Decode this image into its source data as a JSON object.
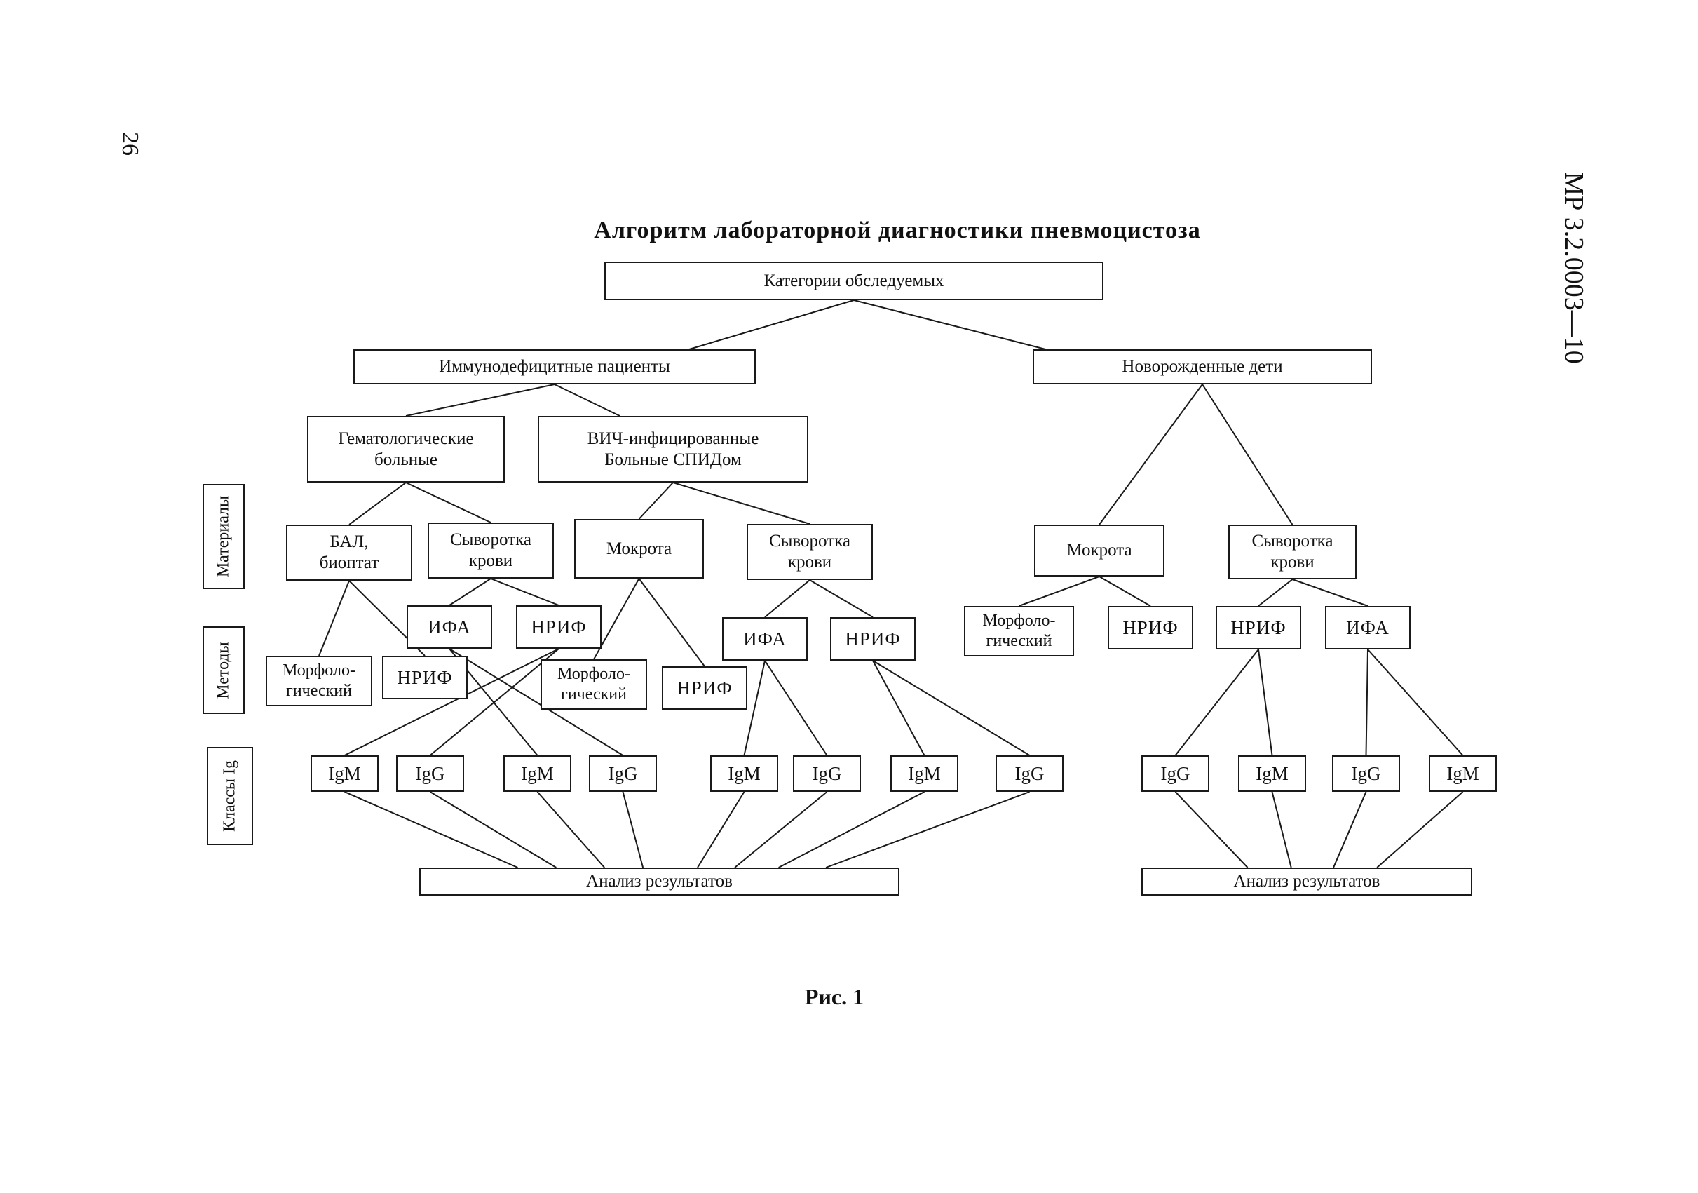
{
  "page_number": "26",
  "doc_code": "МР 3.2.0003—10",
  "title": "Алгоритм лабораторной диагностики пневмоцистоза",
  "caption": "Рис. 1",
  "side_labels": [
    "Материалы",
    "Методы",
    "Классы Ig"
  ],
  "nodes": {
    "root": "Категории обследуемых",
    "immuno": "Иммунодефицитные пациенты",
    "newborn": "Новорожденные дети",
    "hemato": "Гематологические\nбольные",
    "hiv": "ВИЧ-инфицированные\nБольные СПИДом",
    "bal": "БАЛ,\nбиоптат",
    "serum1": "Сыворотка\nкрови",
    "sputum1": "Мокрота",
    "serum2": "Сыворотка\nкрови",
    "sputum2": "Мокрота",
    "serum3": "Сыворотка\nкрови",
    "morph1": "Морфоло-\nгический",
    "nrif1": "НРИФ",
    "ifa1": "ИФА",
    "nrif2": "НРИФ",
    "morph2": "Морфоло-\nгический",
    "nrif3": "НРИФ",
    "ifa2": "ИФА",
    "nrif4": "НРИФ",
    "morph3": "Морфоло-\nгический",
    "nrif5": "НРИФ",
    "nrif6": "НРИФ",
    "ifa3": "ИФА",
    "igm1": "IgM",
    "igg1": "IgG",
    "igm2": "IgM",
    "igg2": "IgG",
    "igm3": "IgM",
    "igg3": "IgG",
    "igm4": "IgM",
    "igg4": "IgG",
    "igg5": "IgG",
    "igm5": "IgM",
    "igg6": "IgG",
    "igm6": "IgM",
    "analysis1": "Анализ результатов",
    "analysis2": "Анализ результатов"
  },
  "edges": [
    [
      "root",
      "immuno"
    ],
    [
      "root",
      "newborn"
    ],
    [
      "immuno",
      "hemato"
    ],
    [
      "immuno",
      "hiv"
    ],
    [
      "hemato",
      "bal"
    ],
    [
      "hemato",
      "serum1"
    ],
    [
      "hiv",
      "sputum1"
    ],
    [
      "hiv",
      "serum2"
    ],
    [
      "newborn",
      "sputum2"
    ],
    [
      "newborn",
      "serum3"
    ],
    [
      "bal",
      "morph1"
    ],
    [
      "bal",
      "nrif1"
    ],
    [
      "serum1",
      "ifa1"
    ],
    [
      "serum1",
      "nrif2"
    ],
    [
      "sputum1",
      "morph2"
    ],
    [
      "sputum1",
      "nrif3"
    ],
    [
      "serum2",
      "ifa2"
    ],
    [
      "serum2",
      "nrif4"
    ],
    [
      "sputum2",
      "morph3"
    ],
    [
      "sputum2",
      "nrif5"
    ],
    [
      "serum3",
      "nrif6"
    ],
    [
      "serum3",
      "ifa3"
    ],
    [
      "ifa1",
      "igm2"
    ],
    [
      "ifa1",
      "igg2"
    ],
    [
      "nrif2",
      "igm1"
    ],
    [
      "nrif2",
      "igg1"
    ],
    [
      "ifa2",
      "igm3"
    ],
    [
      "ifa2",
      "igg3"
    ],
    [
      "nrif4",
      "igm4"
    ],
    [
      "nrif4",
      "igg4"
    ],
    [
      "nrif6",
      "igg5"
    ],
    [
      "nrif6",
      "igm5"
    ],
    [
      "ifa3",
      "igg6"
    ],
    [
      "ifa3",
      "igm6"
    ],
    [
      "igm1",
      "analysis1"
    ],
    [
      "igg1",
      "analysis1"
    ],
    [
      "igm2",
      "analysis1"
    ],
    [
      "igg2",
      "analysis1"
    ],
    [
      "igm3",
      "analysis1"
    ],
    [
      "igg3",
      "analysis1"
    ],
    [
      "igm4",
      "analysis1"
    ],
    [
      "igg4",
      "analysis1"
    ],
    [
      "igg5",
      "analysis2"
    ],
    [
      "igm5",
      "analysis2"
    ],
    [
      "igg6",
      "analysis2"
    ],
    [
      "igm6",
      "analysis2"
    ]
  ]
}
